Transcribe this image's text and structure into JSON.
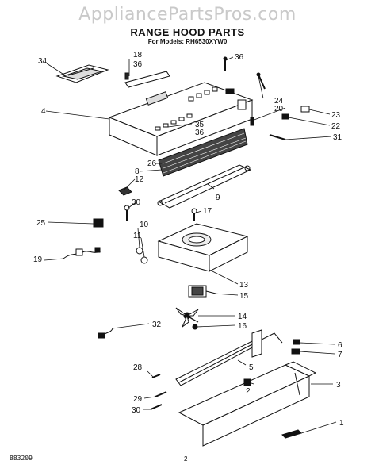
{
  "watermark": "AppliancePartsPros.com",
  "header": {
    "title": "RANGE HOOD PARTS",
    "subtitle": "For Models: RH6530XYW0"
  },
  "footer": {
    "code": "883209",
    "page": "2"
  },
  "callouts": [
    {
      "id": "c-34a",
      "text": "34"
    },
    {
      "id": "c-18",
      "text": "18"
    },
    {
      "id": "c-36a",
      "text": "36"
    },
    {
      "id": "c-36b",
      "text": "36"
    },
    {
      "id": "c-4",
      "text": "4"
    },
    {
      "id": "c-24",
      "text": "24"
    },
    {
      "id": "c-20",
      "text": "20"
    },
    {
      "id": "c-23",
      "text": "23"
    },
    {
      "id": "c-22",
      "text": "22"
    },
    {
      "id": "c-35",
      "text": "35"
    },
    {
      "id": "c-36c",
      "text": "36"
    },
    {
      "id": "c-31",
      "text": "31"
    },
    {
      "id": "c-26",
      "text": "26"
    },
    {
      "id": "c-8",
      "text": "8"
    },
    {
      "id": "c-12",
      "text": "12"
    },
    {
      "id": "c-9",
      "text": "9"
    },
    {
      "id": "c-30a",
      "text": "30"
    },
    {
      "id": "c-17",
      "text": "17"
    },
    {
      "id": "c-25",
      "text": "25"
    },
    {
      "id": "c-10",
      "text": "10"
    },
    {
      "id": "c-11",
      "text": "11"
    },
    {
      "id": "c-19",
      "text": "19"
    },
    {
      "id": "c-13",
      "text": "13"
    },
    {
      "id": "c-15",
      "text": "15"
    },
    {
      "id": "c-14",
      "text": "14"
    },
    {
      "id": "c-16",
      "text": "16"
    },
    {
      "id": "c-32",
      "text": "32"
    },
    {
      "id": "c-6",
      "text": "6"
    },
    {
      "id": "c-7",
      "text": "7"
    },
    {
      "id": "c-28",
      "text": "28"
    },
    {
      "id": "c-5",
      "text": "5"
    },
    {
      "id": "c-3",
      "text": "3"
    },
    {
      "id": "c-29",
      "text": "29"
    },
    {
      "id": "c-30b",
      "text": "30"
    },
    {
      "id": "c-2",
      "text": "2"
    },
    {
      "id": "c-1",
      "text": "1"
    }
  ]
}
